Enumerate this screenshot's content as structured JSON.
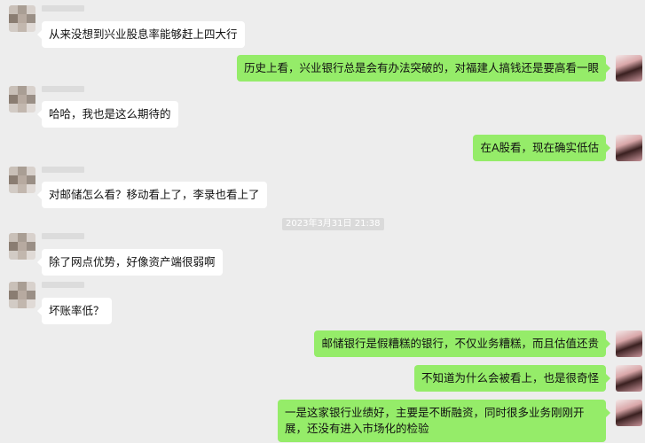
{
  "chat": {
    "messages": [
      {
        "side": "left",
        "text": "从来没想到兴业股息率能够赶上四大行"
      },
      {
        "side": "right",
        "text": "历史上看，兴业银行总是会有办法突破的，对福建人搞钱还是要高看一眼"
      },
      {
        "side": "left",
        "text": "哈哈，我也是这么期待的"
      },
      {
        "side": "right",
        "text": "在A股看，现在确实低估"
      },
      {
        "side": "left",
        "text": "对邮储怎么看？移动看上了，李录也看上了"
      },
      {
        "side": "left",
        "text": "除了网点优势，好像资产端很弱啊"
      },
      {
        "side": "left",
        "text": "坏账率低？"
      },
      {
        "side": "right",
        "text": "邮储银行是假糟糕的银行，不仅业务糟糕，而且估值还贵"
      },
      {
        "side": "right",
        "text": "不知道为什么会被看上，也是很奇怪"
      },
      {
        "side": "right",
        "text": "一是这家银行业绩好，主要是不断融资，同时很多业务刚刚开展，还没有进入市场化的检验"
      }
    ],
    "timestamp": "2023年3月31日 21:38"
  },
  "avatars": {
    "left": "pixelated-contact-avatar",
    "right": "user-photo-avatar"
  },
  "colors": {
    "background": "#ededed",
    "bubble_left": "#ffffff",
    "bubble_right": "#95ec69"
  }
}
